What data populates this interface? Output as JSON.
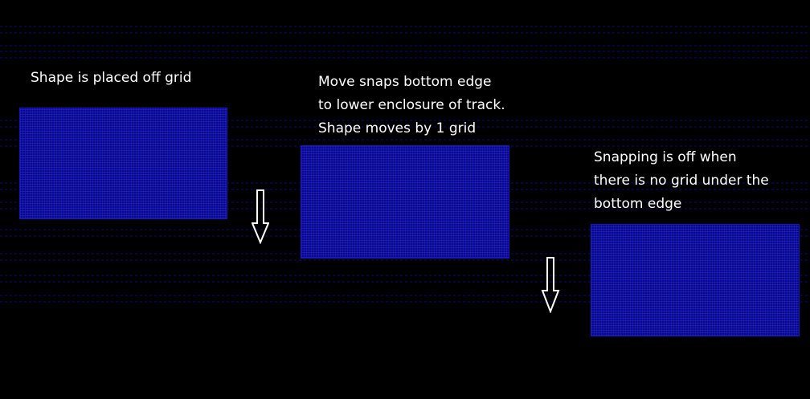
{
  "captions": {
    "step1": [
      "Shape is placed off grid"
    ],
    "step2": [
      "Move snaps bottom edge",
      "to lower enclosure of track.",
      "Shape moves by 1 grid"
    ],
    "step3": [
      "Snapping is off when",
      "there is no grid under the",
      "bottom edge"
    ]
  },
  "colors": {
    "background": "#000000",
    "shape_fill": "#08088a",
    "grid_line": "#0a0a6e",
    "text": "#ffffff",
    "arrow": "#ffffff"
  },
  "icons": {
    "arrow_1": "arrow-down-icon",
    "arrow_2": "arrow-down-icon"
  }
}
